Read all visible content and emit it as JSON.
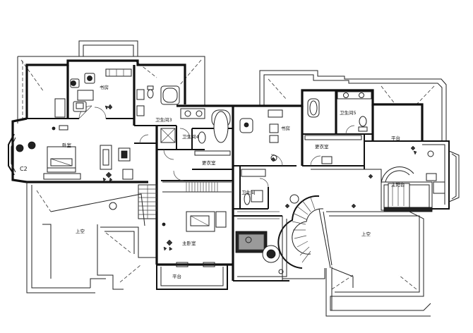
{
  "rooms": {
    "study_left": "书房",
    "bath_3": "卫生间3",
    "bedroom": "卧室",
    "window_code": "C2",
    "bath_4": "卫生间4",
    "closet_1": "更衣室",
    "void_left": "上空",
    "master_bedroom": "主卧室",
    "terrace_bottom": "平台",
    "study_right": "书房",
    "bath_5": "卫生间5",
    "closet_2": "更衣室",
    "bath_small": "卫生间",
    "terrace_right": "平台",
    "void_right": "上空",
    "balcony_right": "主阳台"
  }
}
